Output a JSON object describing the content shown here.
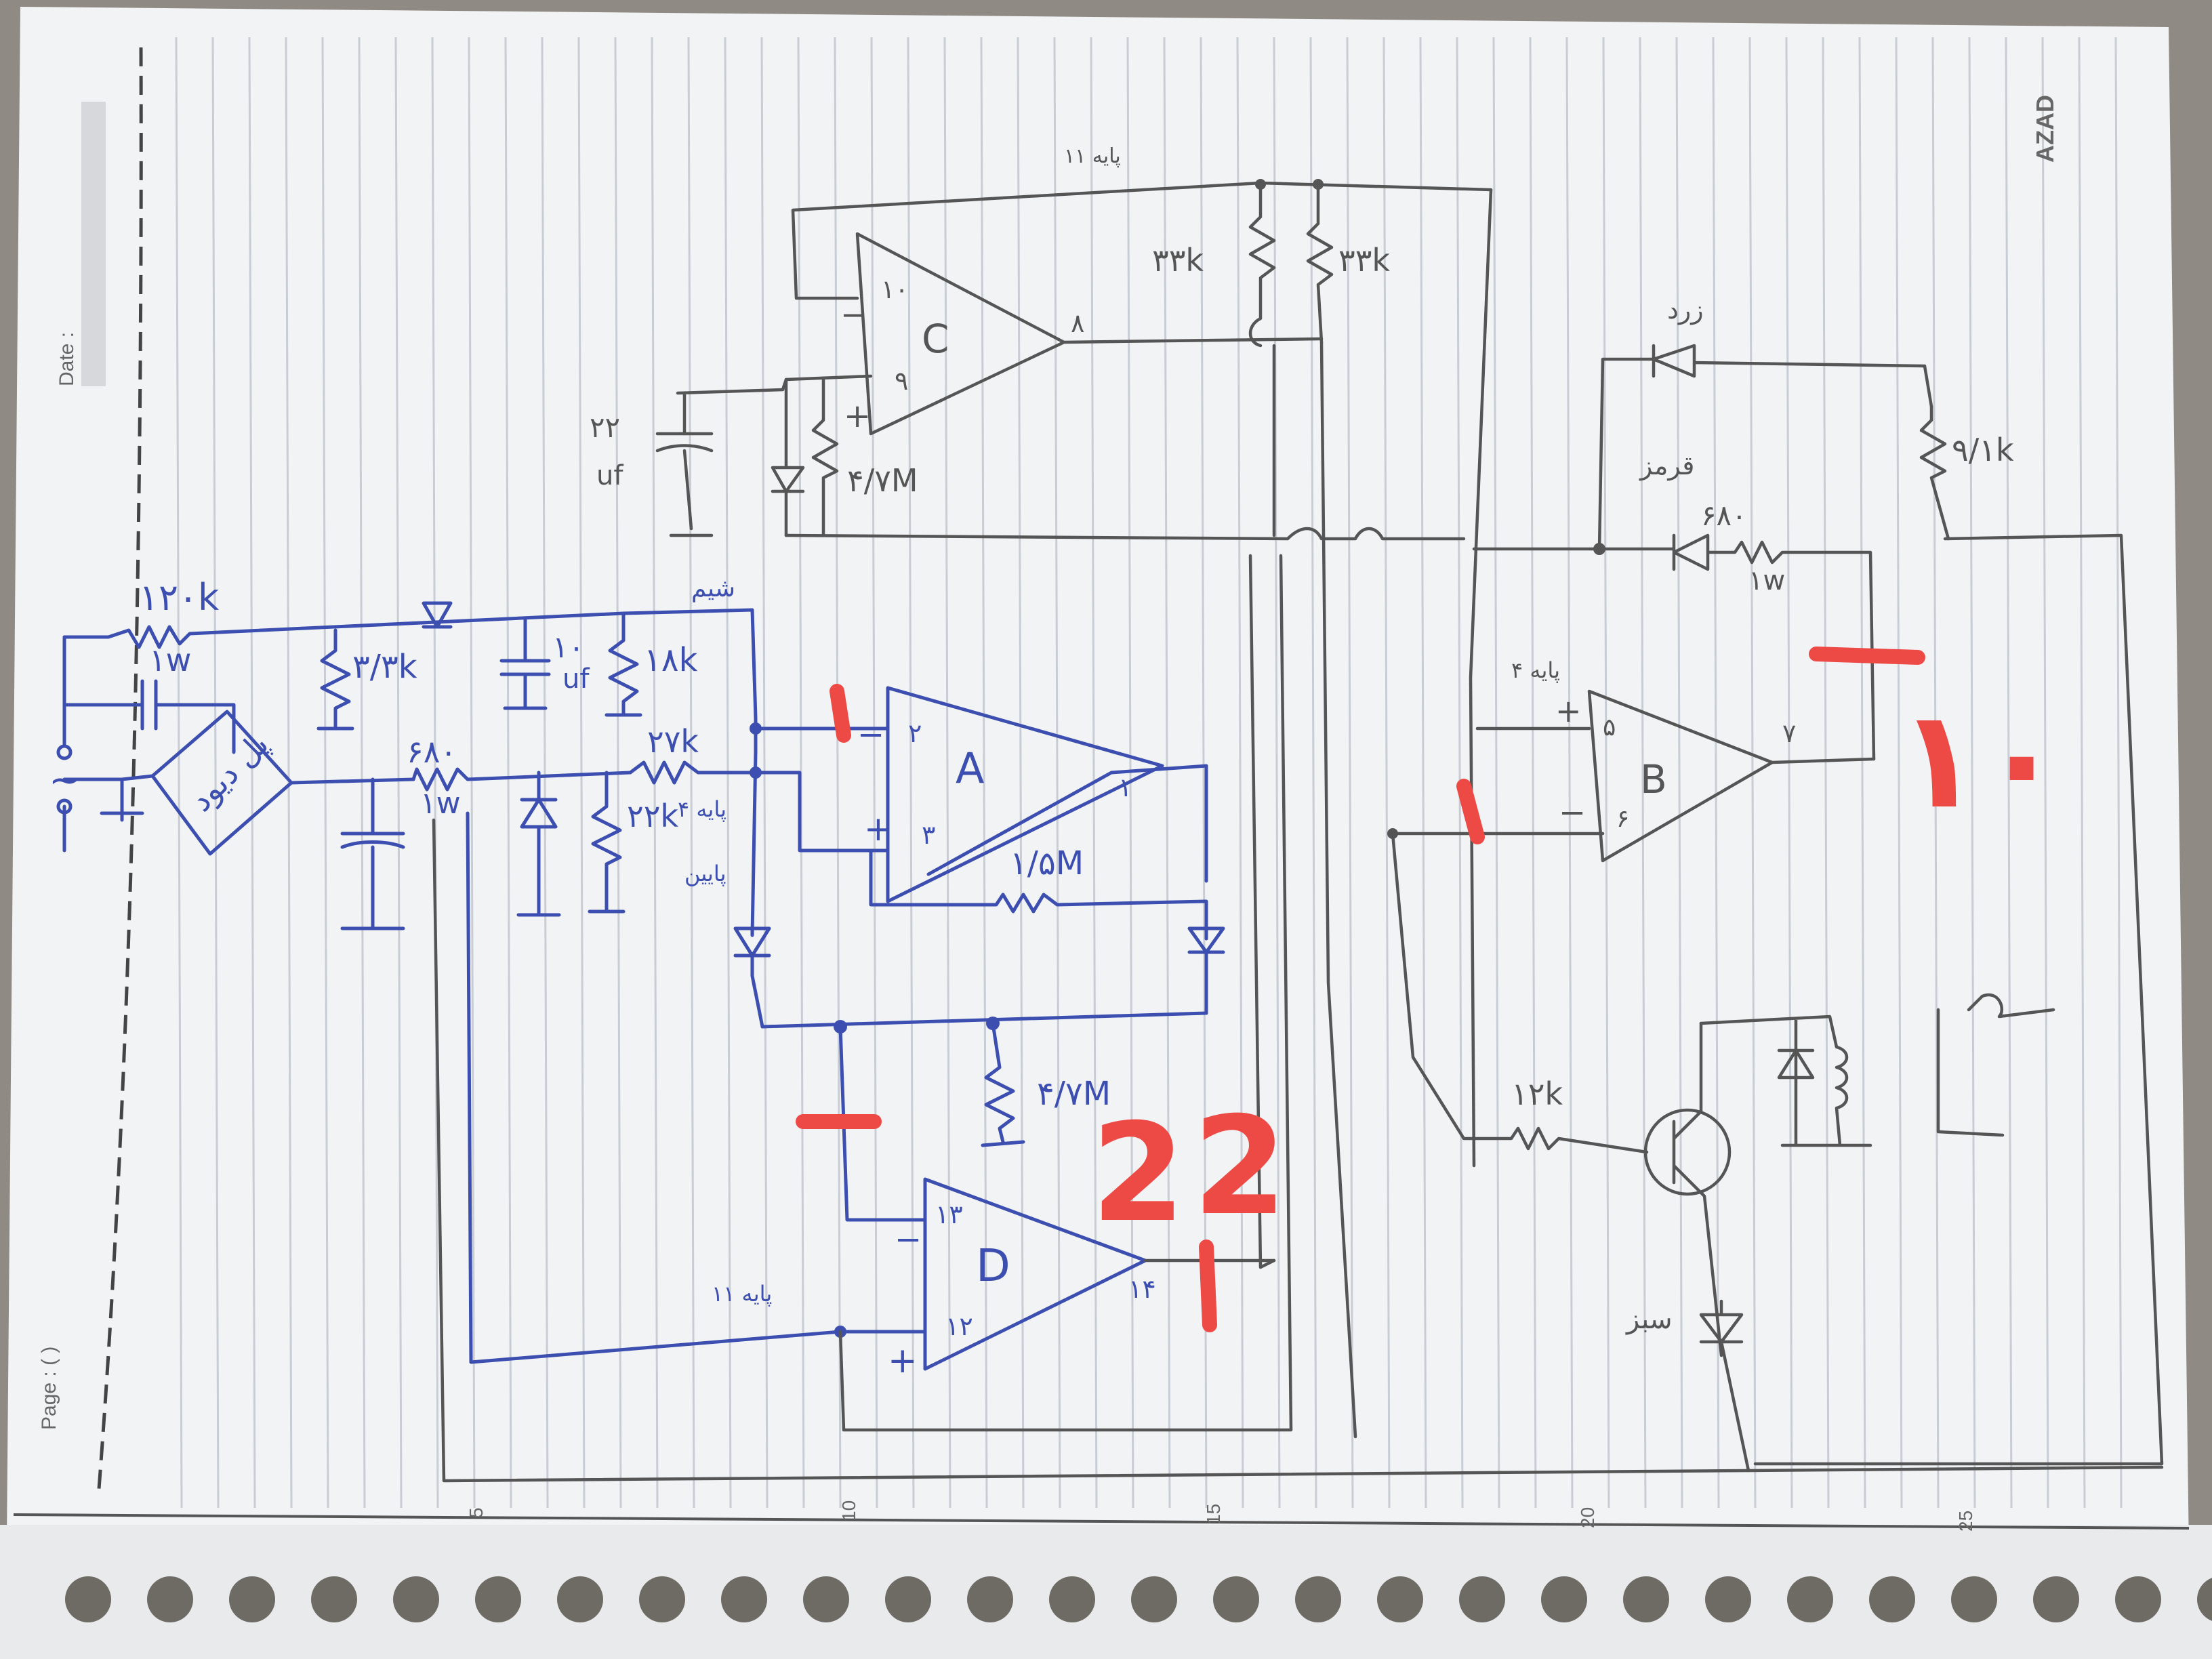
{
  "colors": {
    "paper": "#f2f3f5",
    "pen_ink": "#3c4fb0",
    "pencil": "#555555",
    "red_marker": "#ee4a45",
    "rule_line": "#c8ccd4"
  },
  "notebook": {
    "date_label": "Date :",
    "page_label": "Page : (     )",
    "brand": "AZAD",
    "ruler_marks": [
      "5",
      "10",
      "15",
      "20",
      "25"
    ]
  },
  "labels": {
    "r_120k": "۱۲۰k",
    "w_1_top": "۱w",
    "r_3_3k": "۳/۳k",
    "c_10uf": "۱۰",
    "c_10uf_unit": "uf",
    "r_18k": "۱۸k",
    "bridge": "پل دیود",
    "r_680": "۶۸۰",
    "w_1_mid": "۱w",
    "r_27k": "۲۷k",
    "r_22k": "۲۲k",
    "pin4": "پایه ۴",
    "bottom_note": "پایین",
    "top_note": "شیم",
    "opamp_a": "A",
    "a_pin2": "۲",
    "a_pin3": "۳",
    "a_pin1": "۱",
    "r_1_5m": "۱/۵M",
    "r_4_7m_mid": "۴/۷M",
    "opamp_d": "D",
    "d_pin13": "۱۳",
    "d_pin12": "۱۲",
    "d_pin14": "۱۴",
    "d_pin11": "پایه ۱۱",
    "opamp_c": "C",
    "c_pin10": "۱۰",
    "c_pin9": "۹",
    "c_pin8": "۸",
    "cap_22uf": "۲۲",
    "cap_22uf_unit": "uf",
    "r_4_7m_top": "۴/۷M",
    "top_pin11": "پایه ۱۱",
    "r_33k_left": "۳۳k",
    "r_33k_right": "۳۳k",
    "zener": "زرد",
    "red_led": "قرمز",
    "r_9_1k": "۹/۱k",
    "r_680_right": "۶۸۰",
    "w_1_right": "۱w",
    "opamp_b": "B",
    "b_pin5": "۵",
    "b_pin6": "۶",
    "b_pin7": "۷",
    "b_pin4": "پایه ۴",
    "r_12k": "۱۲k",
    "green_led": "سبز",
    "plus": "+",
    "minus": "−",
    "ac": "~"
  },
  "annotations": {
    "red_22_left": "2",
    "red_22_right": "2",
    "red_10": "۱۰"
  }
}
